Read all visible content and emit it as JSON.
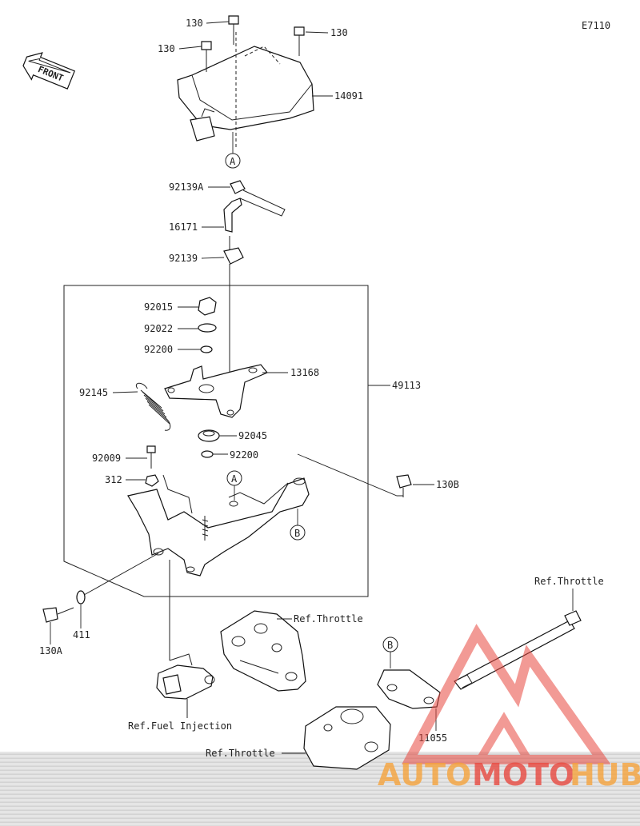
{
  "diagram": {
    "code": "E7110",
    "direction_label": "FRONT",
    "parts": {
      "p130_a": "130",
      "p130_b": "130",
      "p130_c": "130",
      "p14091": "14091",
      "p92139A": "92139A",
      "p16171": "16171",
      "p92139": "92139",
      "p92015": "92015",
      "p92022": "92022",
      "p92200_a": "92200",
      "p13168": "13168",
      "p92145": "92145",
      "p49113": "49113",
      "p92045": "92045",
      "p92009": "92009",
      "p92200_b": "92200",
      "p312": "312",
      "p130B": "130B",
      "p130A": "130A",
      "p411": "411",
      "p11055": "11055"
    },
    "refs": {
      "throttle_1": "Ref.Throttle",
      "throttle_2": "Ref.Throttle",
      "throttle_3": "Ref.Throttle",
      "fuel_injection": "Ref.Fuel Injection"
    },
    "callouts": {
      "a1": "A",
      "a2": "A",
      "b1": "B",
      "b2": "B"
    }
  },
  "watermark": {
    "auto": "AUTO",
    "moto": "MOTO",
    "hub": "HUB",
    "colors": {
      "orange": "#f5a33c",
      "red": "#e8483f"
    }
  }
}
